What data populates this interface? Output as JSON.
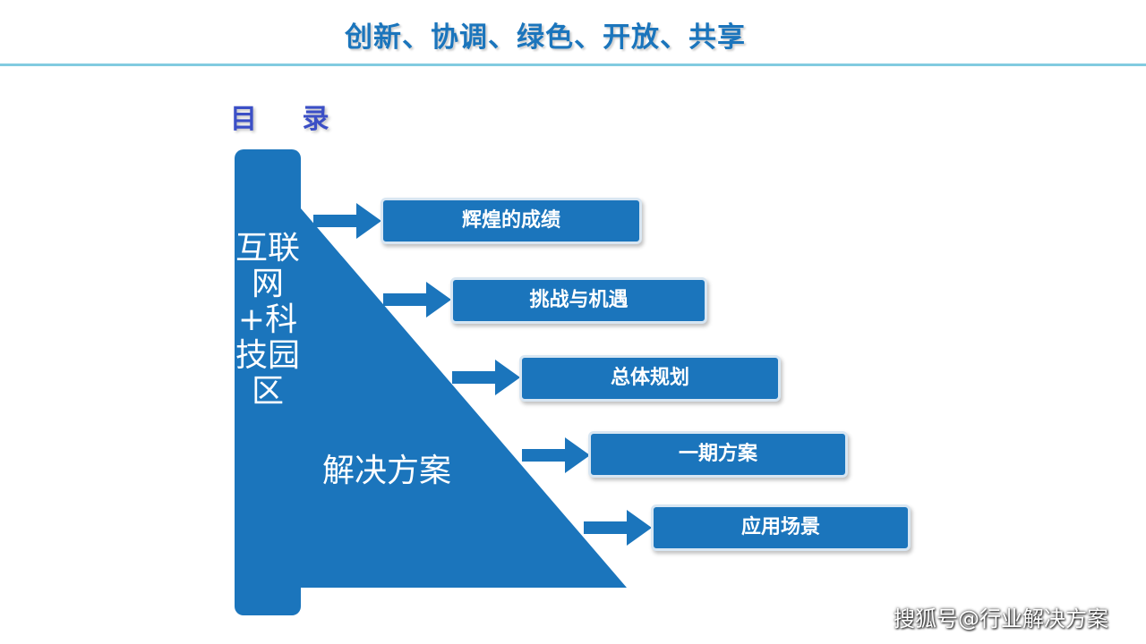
{
  "header": {
    "title": "创新、协调、绿色、开放、共享"
  },
  "toc": {
    "heading": "目 录"
  },
  "diagram": {
    "vertical_label": "互联网+科技园区",
    "triangle_label": "解决方案",
    "sections": [
      {
        "label": "辉煌的成绩"
      },
      {
        "label": "挑战与机遇"
      },
      {
        "label": "总体规划"
      },
      {
        "label": "一期方案"
      },
      {
        "label": "应用场景"
      }
    ]
  },
  "watermark": {
    "text": "搜狐号@行业解决方案"
  },
  "colors": {
    "primary": "#1b75bc",
    "rule": "#82cbe0",
    "heading": "#3b4fc6",
    "box_border": "#d8e6f2"
  }
}
